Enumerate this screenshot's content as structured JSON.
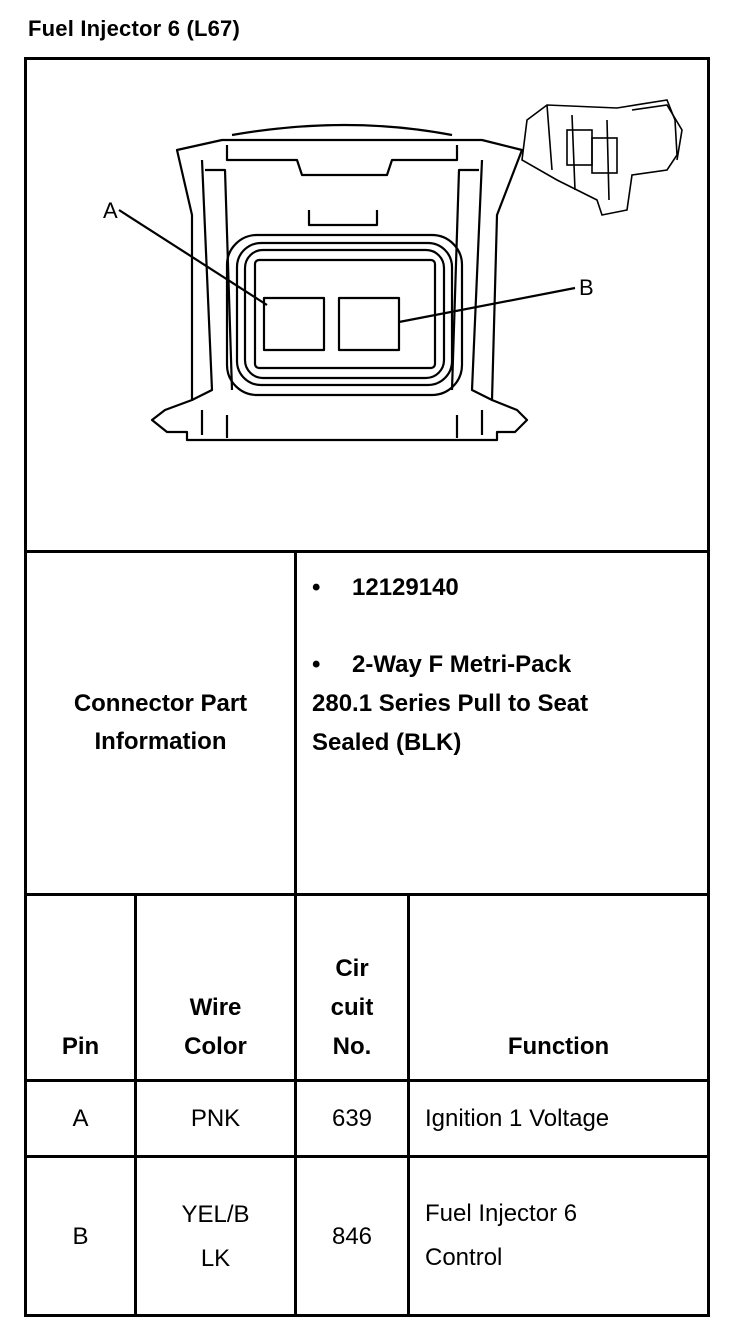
{
  "title": "Fuel Injector 6 (L67)",
  "diagram": {
    "label_a": "A",
    "label_b": "B"
  },
  "connector_info": {
    "label_line1": "Connector Part",
    "label_line2": "Information",
    "items": [
      "12129140",
      "2-Way F Metri-Pack"
    ],
    "item2_continuation": [
      "280.1 Series Pull to Seat",
      "Sealed (BLK)"
    ]
  },
  "table": {
    "headers": {
      "pin": "Pin",
      "wire_color_line1": "Wire",
      "wire_color_line2": "Color",
      "circuit_line1": "Cir",
      "circuit_line2": "cuit",
      "circuit_line3": "No.",
      "function": "Function"
    },
    "rows": [
      {
        "pin": "A",
        "wire_color": [
          "PNK"
        ],
        "circuit": "639",
        "function": [
          "Ignition 1 Voltage"
        ]
      },
      {
        "pin": "B",
        "wire_color": [
          "YEL/B",
          "LK"
        ],
        "circuit": "846",
        "function": [
          "Fuel Injector 6",
          "Control"
        ]
      }
    ]
  }
}
